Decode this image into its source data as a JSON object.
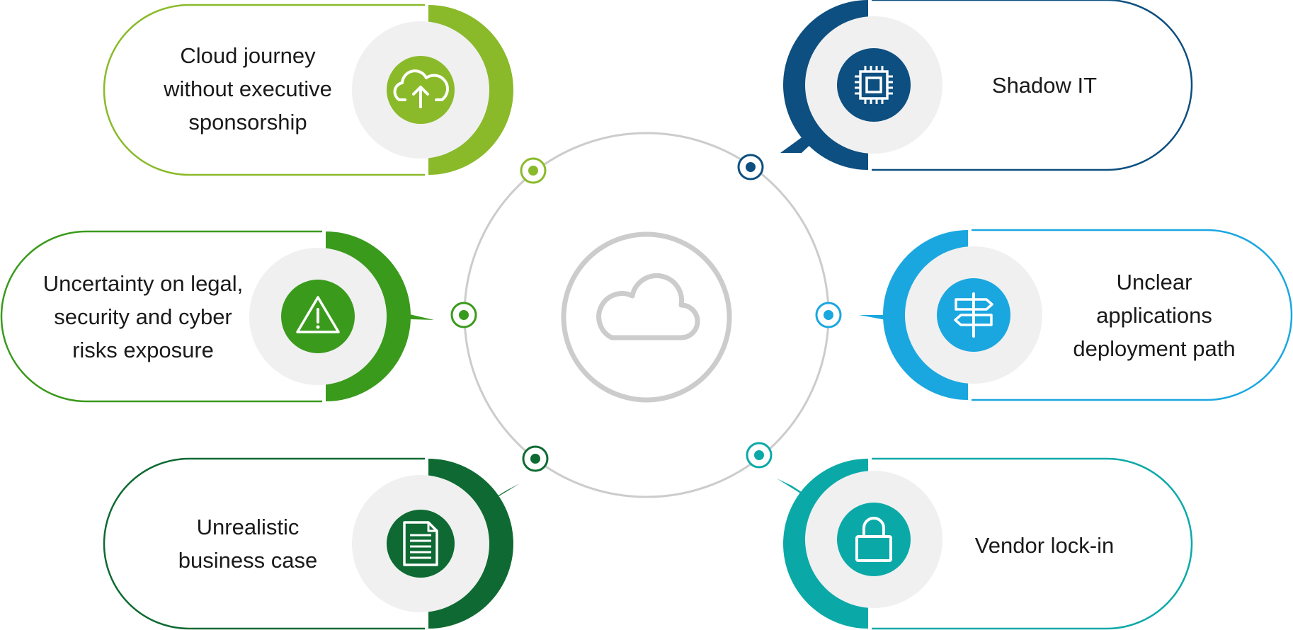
{
  "center": {
    "icon": "cloud-icon"
  },
  "colors": {
    "ring": "#cccccc",
    "icon_bg": "#f0f0f0",
    "light_green": "#8aba2a",
    "green": "#3a9a1c",
    "dark_green": "#0e6a32",
    "dark_blue": "#0d4f80",
    "light_blue": "#1aa7e0",
    "teal": "#0aa9a7"
  },
  "items": [
    {
      "id": "cloud-journey",
      "text": "Cloud journey\nwithout executive\nsponsorship",
      "icon": "cloud-upload-icon",
      "color": "#8aba2a"
    },
    {
      "id": "uncertainty",
      "text": "Uncertainty on legal,\nsecurity and cyber\nrisks exposure",
      "icon": "warning-icon",
      "color": "#3a9a1c"
    },
    {
      "id": "unrealistic",
      "text": "Unrealistic\nbusiness case",
      "icon": "document-icon",
      "color": "#0e6a32"
    },
    {
      "id": "shadow-it",
      "text": "Shadow IT",
      "icon": "chip-icon",
      "color": "#0d4f80"
    },
    {
      "id": "unclear",
      "text": "Unclear\napplications\ndeployment path",
      "icon": "signpost-icon",
      "color": "#1aa7e0"
    },
    {
      "id": "vendor",
      "text": "Vendor lock-in",
      "icon": "lock-icon",
      "color": "#0aa9a7"
    }
  ]
}
